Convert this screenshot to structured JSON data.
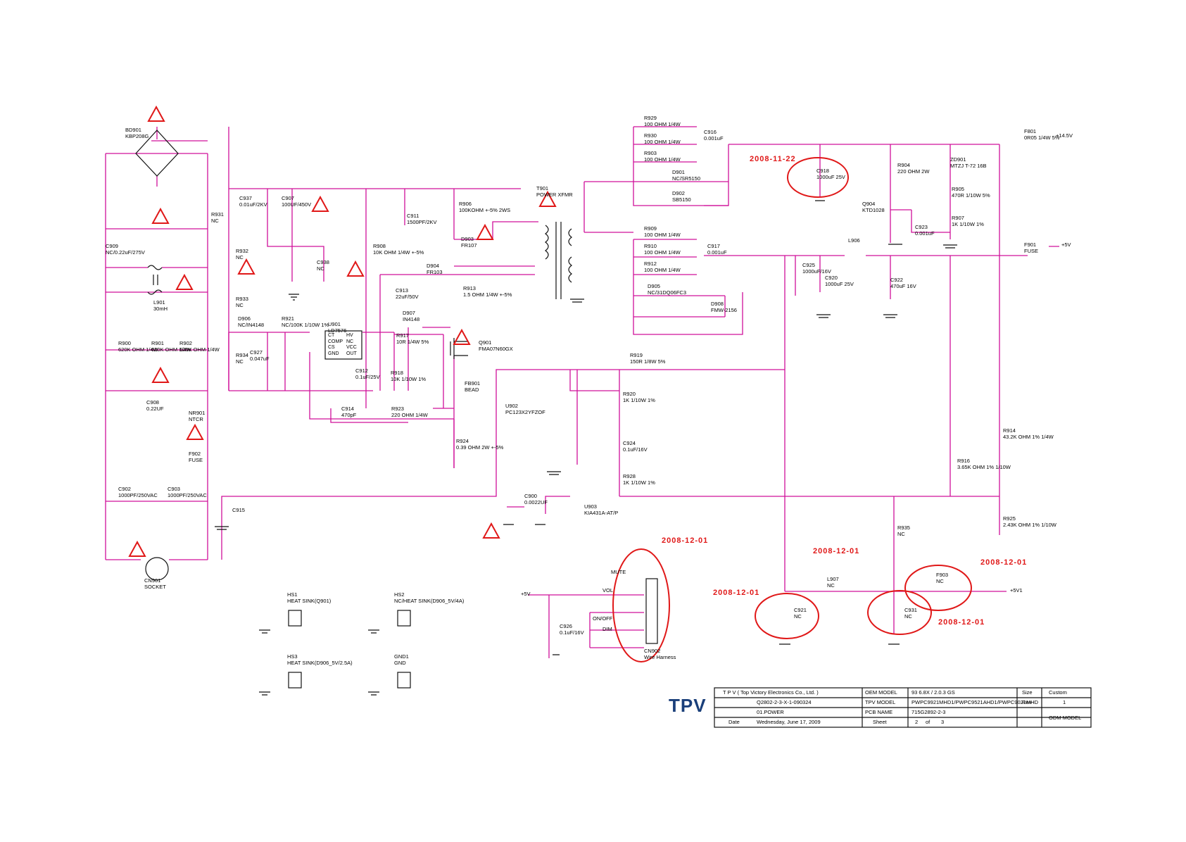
{
  "annotations": [
    "2008-11-22",
    "2008-12-01",
    "2008-12-01",
    "2008-12-01",
    "2008-12-01",
    "2008-12-01"
  ],
  "components": [
    {
      "ref": "BD901",
      "value": "KBP208G"
    },
    {
      "ref": "C909",
      "value": "NC/0.22uF/275V"
    },
    {
      "ref": "L901",
      "value": "30mH"
    },
    {
      "ref": "R900",
      "value": "620K OHM 1/4W"
    },
    {
      "ref": "R901",
      "value": "620K OHM 1/4W"
    },
    {
      "ref": "R902",
      "value": "620K OHM 1/4W"
    },
    {
      "ref": "C908",
      "value": "0.22UF"
    },
    {
      "ref": "NR901",
      "value": "NTCR"
    },
    {
      "ref": "F902",
      "value": "FUSE"
    },
    {
      "ref": "C902",
      "value": "1000PF/250VAC"
    },
    {
      "ref": "C903",
      "value": "1000PF/250VAC"
    },
    {
      "ref": "CN901",
      "value": "SOCKET"
    },
    {
      "ref": "C915",
      "value": ""
    },
    {
      "ref": "R931",
      "value": "NC"
    },
    {
      "ref": "R932",
      "value": "NC"
    },
    {
      "ref": "R933",
      "value": "NC"
    },
    {
      "ref": "R934",
      "value": "NC"
    },
    {
      "ref": "C937",
      "value": "0.01uF/2KV"
    },
    {
      "ref": "C907",
      "value": "100UF/450V"
    },
    {
      "ref": "C938",
      "value": "NC"
    },
    {
      "ref": "R908",
      "value": "10K OHM 1/4W +-5%"
    },
    {
      "ref": "C911",
      "value": "1500PF/2KV"
    },
    {
      "ref": "R906",
      "value": "100KOHM +-5% 2WS"
    },
    {
      "ref": "D903",
      "value": "FR107"
    },
    {
      "ref": "D904",
      "value": "FR103"
    },
    {
      "ref": "R913",
      "value": "1.5 OHM 1/4W +-5%"
    },
    {
      "ref": "C913",
      "value": "22uF/50V"
    },
    {
      "ref": "D906",
      "value": "NC/IN4148"
    },
    {
      "ref": "R921",
      "value": "NC/100K 1/10W 1%"
    },
    {
      "ref": "U901",
      "value": "LD7576"
    },
    {
      "ref": "C927",
      "value": "0.047uF"
    },
    {
      "ref": "D907",
      "value": "IN4148"
    },
    {
      "ref": "R917",
      "value": "10R 1/4W 5%"
    },
    {
      "ref": "Q901",
      "value": "FMA07N60GX"
    },
    {
      "ref": "C912",
      "value": "0.1uF/25V"
    },
    {
      "ref": "R918",
      "value": "10K 1/10W 1%"
    },
    {
      "ref": "FB901",
      "value": "BEAD"
    },
    {
      "ref": "C914",
      "value": "470pF"
    },
    {
      "ref": "R923",
      "value": "220 OHM 1/4W"
    },
    {
      "ref": "R924",
      "value": "0.39 OHM 2W +-5%"
    },
    {
      "ref": "T901",
      "value": "POWER XFMR"
    },
    {
      "ref": "R929",
      "value": "100 OHM 1/4W"
    },
    {
      "ref": "R930",
      "value": "100 OHM 1/4W"
    },
    {
      "ref": "R903",
      "value": "100 OHM 1/4W"
    },
    {
      "ref": "C916",
      "value": "0.001uF"
    },
    {
      "ref": "D901",
      "value": "NC/SR5150"
    },
    {
      "ref": "D902",
      "value": "SB5150"
    },
    {
      "ref": "C918",
      "value": "1000uF 25V"
    },
    {
      "ref": "R904",
      "value": "220 OHM 2W"
    },
    {
      "ref": "Q904",
      "value": "KTD1028"
    },
    {
      "ref": "C923",
      "value": "0.001uF"
    },
    {
      "ref": "ZD901",
      "value": "MTZJ T-72 16B"
    },
    {
      "ref": "R905",
      "value": "470R 1/10W 5%"
    },
    {
      "ref": "R907",
      "value": "1K 1/10W 1%"
    },
    {
      "ref": "F801",
      "value": "0R05 1/4W 5%"
    },
    {
      "ref": "R909",
      "value": "100 OHM 1/4W"
    },
    {
      "ref": "R910",
      "value": "100 OHM 1/4W"
    },
    {
      "ref": "R912",
      "value": "100 OHM 1/4W"
    },
    {
      "ref": "C917",
      "value": "0.001uF"
    },
    {
      "ref": "D905",
      "value": "NC/31DQ06FC3"
    },
    {
      "ref": "D908",
      "value": "FMW-2156"
    },
    {
      "ref": "L906",
      "value": ""
    },
    {
      "ref": "C925",
      "value": "1000uF/16V"
    },
    {
      "ref": "C920",
      "value": "1000uF 25V"
    },
    {
      "ref": "C922",
      "value": "470uF 16V"
    },
    {
      "ref": "F901",
      "value": "FUSE"
    },
    {
      "ref": "R919",
      "value": "150R 1/8W 5%"
    },
    {
      "ref": "U902",
      "value": "PC123X2YFZOF"
    },
    {
      "ref": "R920",
      "value": "1K 1/10W 1%"
    },
    {
      "ref": "C924",
      "value": "0.1uF/16V"
    },
    {
      "ref": "R928",
      "value": "1K 1/10W 1%"
    },
    {
      "ref": "U903",
      "value": "KIA431A-AT/P"
    },
    {
      "ref": "C900",
      "value": "0.0022UF"
    },
    {
      "ref": "R914",
      "value": "43.2K OHM 1% 1/4W"
    },
    {
      "ref": "R916",
      "value": "3.65K OHM 1% 1/10W"
    },
    {
      "ref": "R925",
      "value": "2.43K OHM 1% 1/10W"
    },
    {
      "ref": "R935",
      "value": "NC"
    },
    {
      "ref": "L907",
      "value": "NC"
    },
    {
      "ref": "F903",
      "value": "NC"
    },
    {
      "ref": "C921",
      "value": "NC"
    },
    {
      "ref": "C931",
      "value": "NC"
    },
    {
      "ref": "CN902",
      "value": "Wire Harness"
    },
    {
      "ref": "C926",
      "value": "0.1uF/16V"
    },
    {
      "ref": "HS1",
      "value": "HEAT SINK(Q901)"
    },
    {
      "ref": "HS2",
      "value": "NC/HEAT SINK(D906_5V/4A)"
    },
    {
      "ref": "HS3",
      "value": "HEAT SINK(D906_5V/2.5A)"
    },
    {
      "ref": "GND1",
      "value": "GND"
    }
  ],
  "ic_pins": {
    "left": [
      "CT",
      "COMP",
      "CS",
      "GND"
    ],
    "right": [
      "HV",
      "NC",
      "VCC",
      "OUT"
    ]
  },
  "rails": {
    "v14_5": "+14.5V",
    "v5": "+5V",
    "v5_in": "+5V",
    "v5v1": "+5V1"
  },
  "connector_signals": [
    "MUTE",
    "VOL",
    "ON/OFF",
    "DIM"
  ],
  "title_block": {
    "company": "T P V  ( Top  Victory  Electronics  Co.,  Ltd. )",
    "code": "Q2802-2-3-X-1-090324",
    "key_component": "01.POWER",
    "date_label": "Date",
    "date": "Wednesday, June 17, 2009",
    "oem_model_label": "OEM MODEL",
    "oem_model": "93 6.8X / 2.0.3 GS",
    "tpv_model_label": "TPV MODEL",
    "tpv_model": "PWPC9921MHD1/PWPC9521AHD1/PWPC9021MHD",
    "pcb_name_label": "PCB NAME",
    "pcb_name": "715G2892-2-3",
    "sheet_label": "Sheet",
    "sheet": "2",
    "of": "of",
    "sheets": "3",
    "size_label": "Size",
    "size": "Custom",
    "rev_label": "Rev",
    "rev": "1",
    "odm_model": "ODM MODEL",
    "logo": "TPV"
  },
  "colors": {
    "wire": "#d0109a",
    "annotation": "#e01818",
    "ink": "#111111"
  }
}
